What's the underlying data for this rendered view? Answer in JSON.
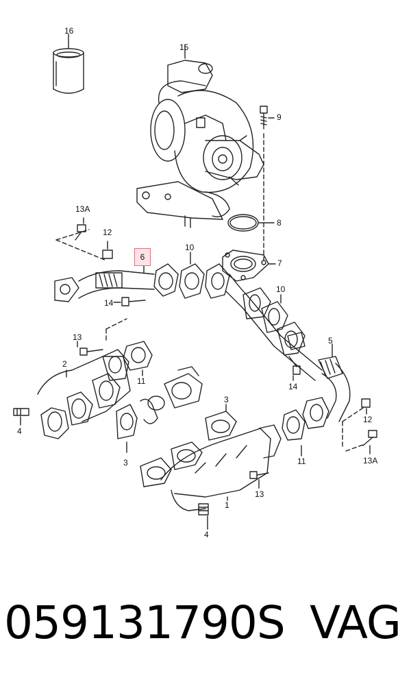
{
  "callouts": {
    "c16": "16",
    "c15": "15",
    "c9": "9",
    "c8": "8",
    "c7": "7",
    "c13a_top": "13A",
    "c12_top": "12",
    "c6": "6",
    "c10_top": "10",
    "c10_mid": "10",
    "c14_left": "14",
    "c5": "5",
    "c13_left": "13",
    "c2": "2",
    "c11_left": "11",
    "c14_right": "14",
    "c4_left": "4",
    "c3_top": "3",
    "c12_right": "12",
    "c3_left": "3",
    "c11_right": "11",
    "c13a_right": "13A",
    "c13_bottom": "13",
    "c1": "1",
    "c4_bottom": "4"
  },
  "footer": {
    "part_number": "059131790S",
    "brand": "VAG"
  },
  "colors": {
    "line": "#222222",
    "highlight_fill": "#fde3e7",
    "highlight_border": "#e06b7d"
  }
}
